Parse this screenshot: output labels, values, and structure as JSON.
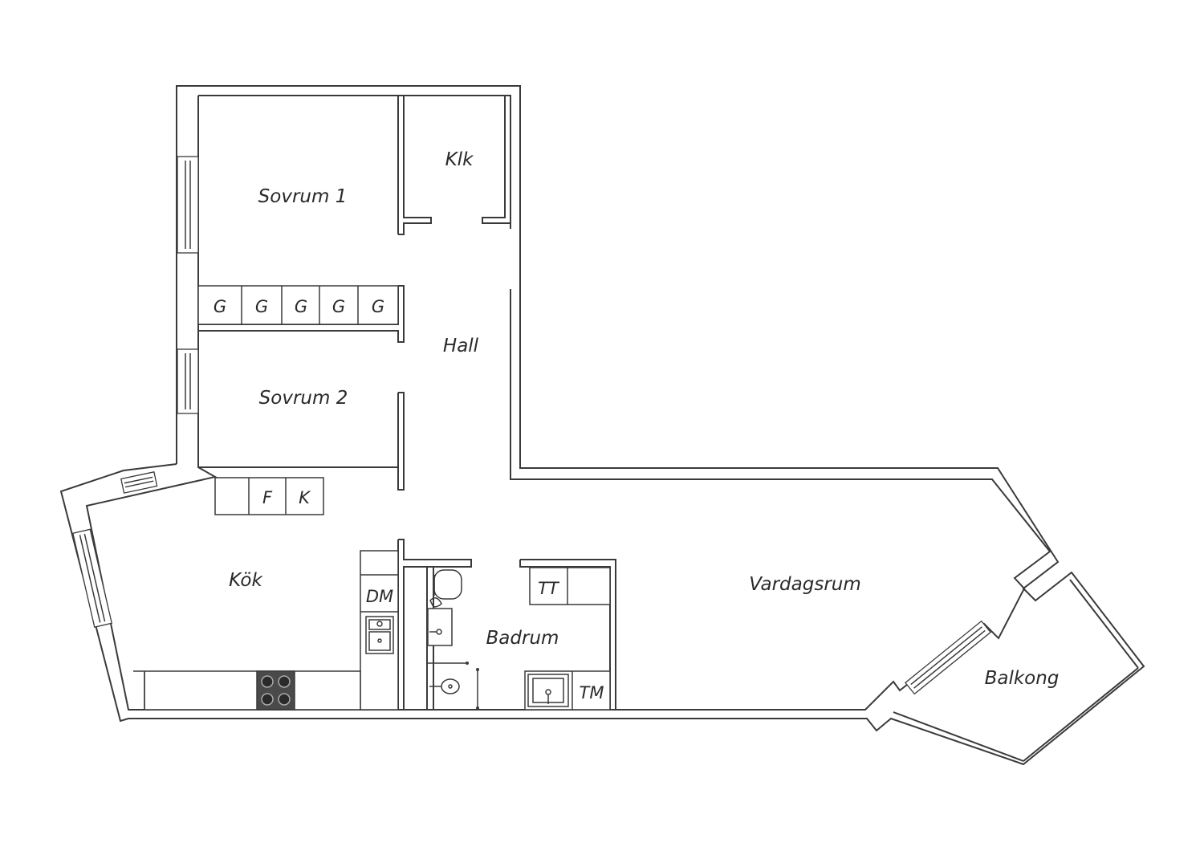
{
  "rooms": {
    "sovrum1": "Sovrum 1",
    "sovrum2": "Sovrum 2",
    "klk": "Klk",
    "hall": "Hall",
    "kok": "Kök",
    "badrum": "Badrum",
    "vardagsrum": "Vardagsrum",
    "balkong": "Balkong"
  },
  "fixtures": {
    "wardrobes": [
      "G",
      "G",
      "G",
      "G",
      "G"
    ],
    "freezer": "F",
    "fridge": "K",
    "dishwasher": "DM",
    "dryer": "TT",
    "washer": "TM"
  },
  "colors": {
    "wall": "#3a3a3a",
    "stove": "#4a4a4a",
    "background": "#ffffff"
  }
}
